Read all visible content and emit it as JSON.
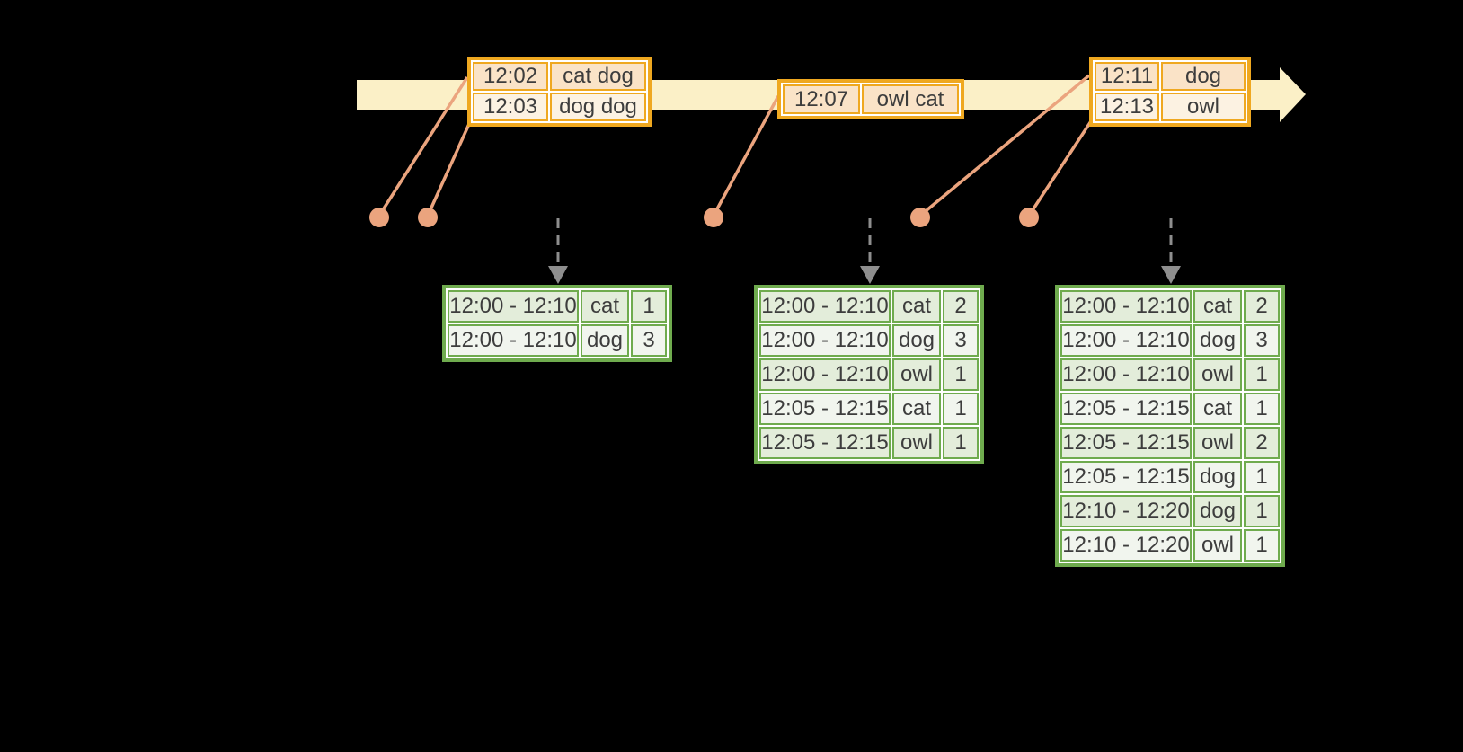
{
  "colors": {
    "background": "#000000",
    "timeline_fill": "#FBF0C7",
    "event_border": "#EFA820",
    "event_row_odd_fill": "#FAE3C7",
    "event_row_even_fill": "#FCF2E2",
    "connector": "#EBA47E",
    "trigger_arrow": "#8E8E8E",
    "table_border": "#6FAB4E",
    "table_row_odd_fill": "#E3EDDA",
    "table_row_even_fill": "#F1F5EE",
    "text": "#3D3D3D"
  },
  "icons": {
    "timeline_arrowhead": "right-arrow",
    "trigger_arrow": "dashed-down-arrow",
    "event_marker": "dot"
  },
  "event_groups": [
    {
      "rows": [
        {
          "time": "12:02",
          "words": "cat dog"
        },
        {
          "time": "12:03",
          "words": "dog dog"
        }
      ]
    },
    {
      "rows": [
        {
          "time": "12:07",
          "words": "owl cat"
        }
      ]
    },
    {
      "rows": [
        {
          "time": "12:11",
          "words": "dog"
        },
        {
          "time": "12:13",
          "words": "owl"
        }
      ]
    }
  ],
  "result_tables": [
    {
      "rows": [
        {
          "window": "12:00 - 12:10",
          "word": "cat",
          "count": "1"
        },
        {
          "window": "12:00 - 12:10",
          "word": "dog",
          "count": "3"
        }
      ]
    },
    {
      "rows": [
        {
          "window": "12:00 - 12:10",
          "word": "cat",
          "count": "2"
        },
        {
          "window": "12:00 - 12:10",
          "word": "dog",
          "count": "3"
        },
        {
          "window": "12:00 - 12:10",
          "word": "owl",
          "count": "1"
        },
        {
          "window": "12:05 - 12:15",
          "word": "cat",
          "count": "1"
        },
        {
          "window": "12:05 - 12:15",
          "word": "owl",
          "count": "1"
        }
      ]
    },
    {
      "rows": [
        {
          "window": "12:00 - 12:10",
          "word": "cat",
          "count": "2"
        },
        {
          "window": "12:00 - 12:10",
          "word": "dog",
          "count": "3"
        },
        {
          "window": "12:00 - 12:10",
          "word": "owl",
          "count": "1"
        },
        {
          "window": "12:05 - 12:15",
          "word": "cat",
          "count": "1"
        },
        {
          "window": "12:05 - 12:15",
          "word": "owl",
          "count": "2"
        },
        {
          "window": "12:05 - 12:15",
          "word": "dog",
          "count": "1"
        },
        {
          "window": "12:10 - 12:20",
          "word": "dog",
          "count": "1"
        },
        {
          "window": "12:10 - 12:20",
          "word": "owl",
          "count": "1"
        }
      ]
    }
  ]
}
